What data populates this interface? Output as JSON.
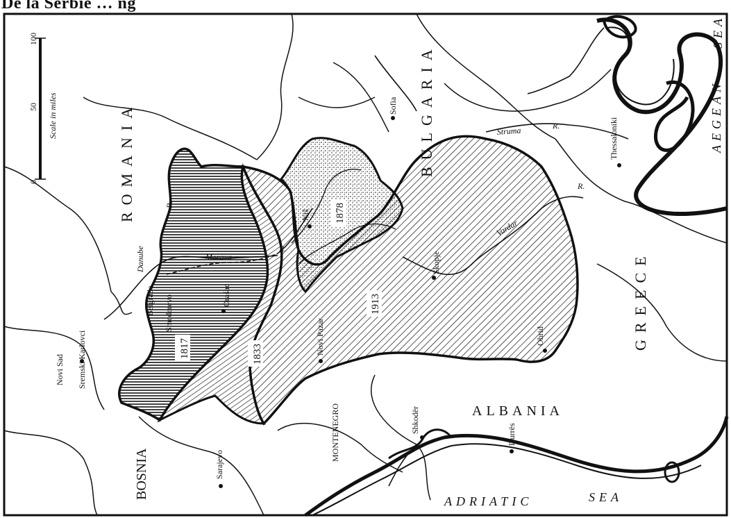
{
  "header": {
    "partial_title": "De la Serbie  … ng"
  },
  "colors": {
    "ink": "#111111",
    "paper": "#ffffff"
  },
  "scale": {
    "label": "Scale in miles",
    "ticks": [
      "0",
      "50",
      "100"
    ]
  },
  "countries": {
    "romania": "ROMANIA",
    "bulgaria": "BULGARIA",
    "greece": "GREECE",
    "albania": "ALBANIA",
    "bosnia": "BOSNIA",
    "montenegro": "MONTENEGRO"
  },
  "seas": {
    "aegean": "AEGEAN",
    "aegean_sea": "SEA",
    "adriatic": "ADRIATIC",
    "adriatic_sea": "SEA"
  },
  "cities": {
    "sofia": "Sofia",
    "thessaloniki": "Thessaloniki",
    "nis": "Niš",
    "skopje": "Skopje",
    "novi_pazar": "Novi Pazar",
    "ohrid": "Ohrid",
    "orasac": "Oraśac",
    "belgrade": "Belgrade",
    "smederevo": "Smederevo",
    "sremski_karlovci": "Sremski Karlovci",
    "novi_sad": "Novi Sad",
    "sarajevo": "Sarajevo",
    "shkoder": "Shkodër",
    "durres": "Durrës"
  },
  "rivers": {
    "danube": "Danube",
    "danube_r": "R.",
    "morava": "Morava",
    "morava_r": "R.",
    "struma": "Struma",
    "struma_r": "R.",
    "vardar": "Vardar",
    "vardar_r": "R."
  },
  "years": {
    "y1817": "1817",
    "y1833": "1833",
    "y1878": "1878",
    "y1913": "1913"
  }
}
